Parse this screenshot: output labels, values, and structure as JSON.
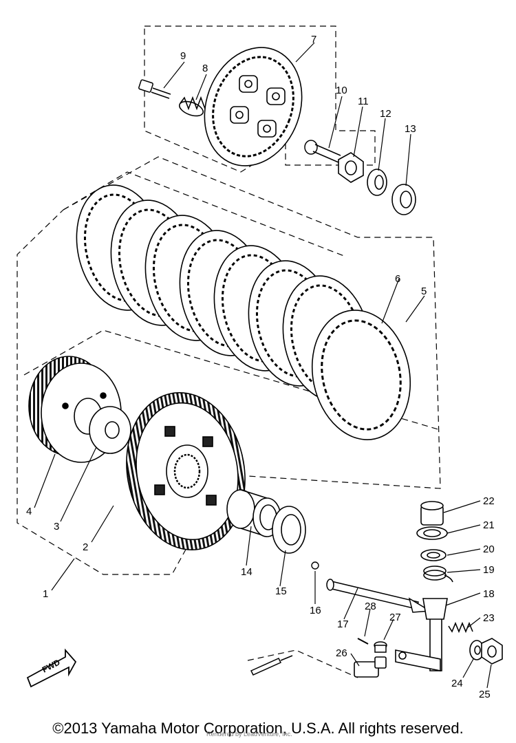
{
  "part_numbers": [
    "1",
    "2",
    "3",
    "4",
    "5",
    "6",
    "7",
    "8",
    "9",
    "10",
    "11",
    "12",
    "13",
    "14",
    "15",
    "16",
    "17",
    "18",
    "19",
    "20",
    "21",
    "22",
    "23",
    "24",
    "25",
    "26",
    "27",
    "28"
  ],
  "fwd_label": "FWD",
  "copyright": "©2013 Yamaha Motor Corporation, U.S.A. All rights reserved.",
  "watermark": "Rendered by LeadVenture, Inc."
}
